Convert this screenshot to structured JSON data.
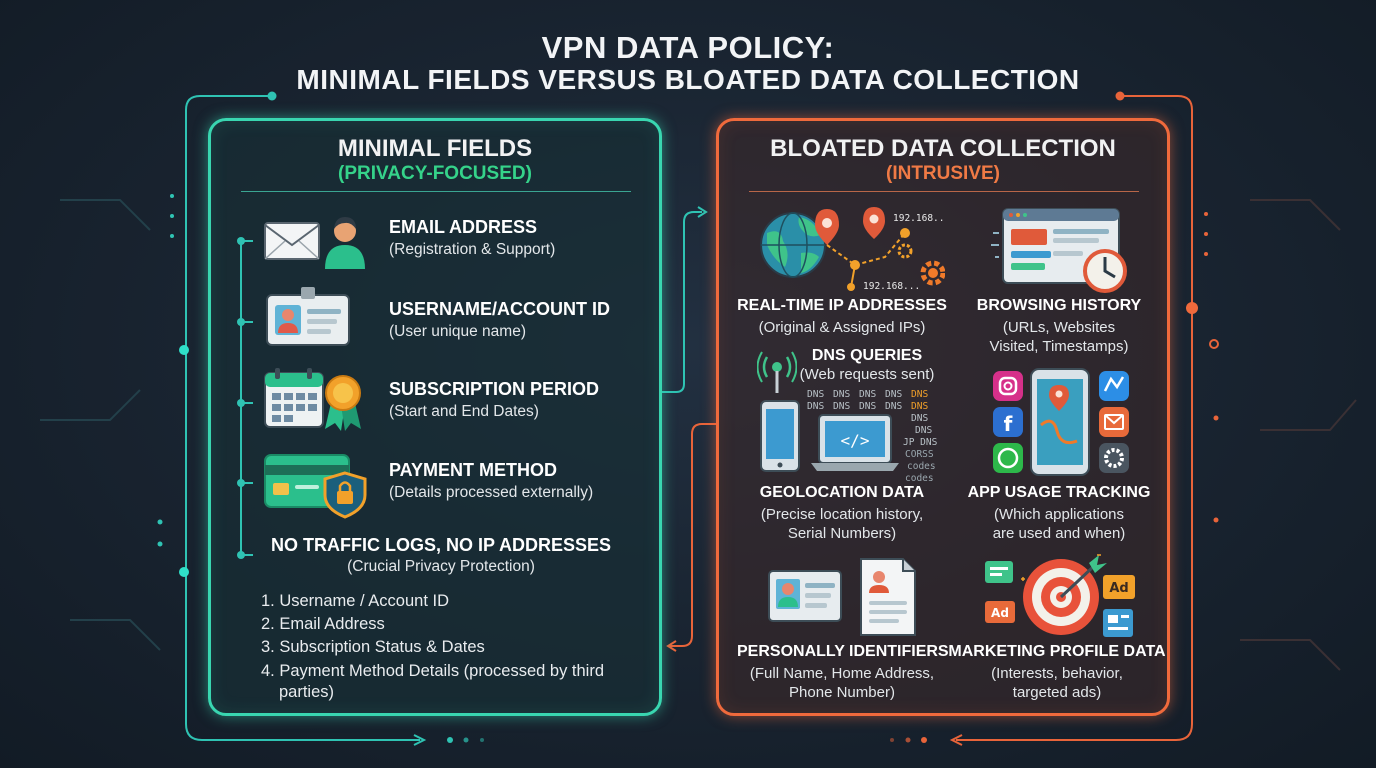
{
  "header": {
    "title_line1": "VPN DATA POLICY:",
    "title_line2": "MINIMAL FIELDS VERSUS BLOATED DATA COLLECTION"
  },
  "left_panel": {
    "title": "MINIMAL FIELDS",
    "subtitle": "(PRIVACY-FOCUSED)",
    "items": [
      {
        "title": "EMAIL ADDRESS",
        "desc": "(Registration & Support)",
        "icon": "envelope-user-icon"
      },
      {
        "title": "USERNAME/ACCOUNT ID",
        "desc": "(User unique name)",
        "icon": "id-card-icon"
      },
      {
        "title": "SUBSCRIPTION PERIOD",
        "desc": "(Start and End Dates)",
        "icon": "calendar-badge-icon"
      },
      {
        "title": "PAYMENT METHOD",
        "desc": "(Details processed externally)",
        "icon": "credit-card-shield-icon"
      }
    ],
    "no_logs_title": "NO TRAFFIC LOGS, NO IP ADDRESSES",
    "no_logs_desc": "(Crucial Privacy Protection)",
    "list": [
      "1. Username / Account ID",
      "2. Email Address",
      "3. Subscription Status & Dates",
      "4. Payment Method Details (processed by third",
      "parties)"
    ]
  },
  "right_panel": {
    "title": "BLOATED DATA COLLECTION",
    "subtitle": "(INTRUSIVE)",
    "items": [
      {
        "title": "REAL-TIME IP ADDRESSES",
        "desc_lines": [
          "(Original & Assigned IPs)"
        ],
        "icon": "globe-network-icon"
      },
      {
        "title": "BROWSING HISTORY",
        "desc_lines": [
          "(URLs, Websites",
          "Visited, Timestamps)"
        ],
        "icon": "browser-clock-icon"
      },
      {
        "title": "DNS QUERIES",
        "desc_lines": [
          "(Web requests sent)"
        ],
        "icon": "antenna-icon"
      },
      {
        "title": "GEOLOCATION DATA",
        "desc_lines": [
          "(Precise location history,",
          "Serial Numbers)"
        ],
        "icon": "devices-code-icon"
      },
      {
        "title": "APP USAGE TRACKING",
        "desc_lines": [
          "(Which applications",
          "are used and when)"
        ],
        "icon": "phone-apps-icon"
      },
      {
        "title": "PERSONALLY IDENTIFIERS",
        "desc_lines": [
          "(Full Name, Home Address,",
          "Phone Number)"
        ],
        "icon": "id-document-icon"
      },
      {
        "title": "MARKETING PROFILE DATA",
        "desc_lines": [
          "(Interests, behavior,",
          "targeted ads)"
        ],
        "icon": "target-ads-icon"
      }
    ],
    "ip_label": "192.168...",
    "dns_labels": [
      "DNS",
      "JP",
      "codes",
      "CORSS"
    ],
    "ad_label": "Ad"
  },
  "colors": {
    "background": "#1a2532",
    "left_accent": "#39d6b0",
    "left_subtitle": "#35d38a",
    "right_accent": "#f06a3c",
    "right_subtitle": "#f07a45"
  }
}
